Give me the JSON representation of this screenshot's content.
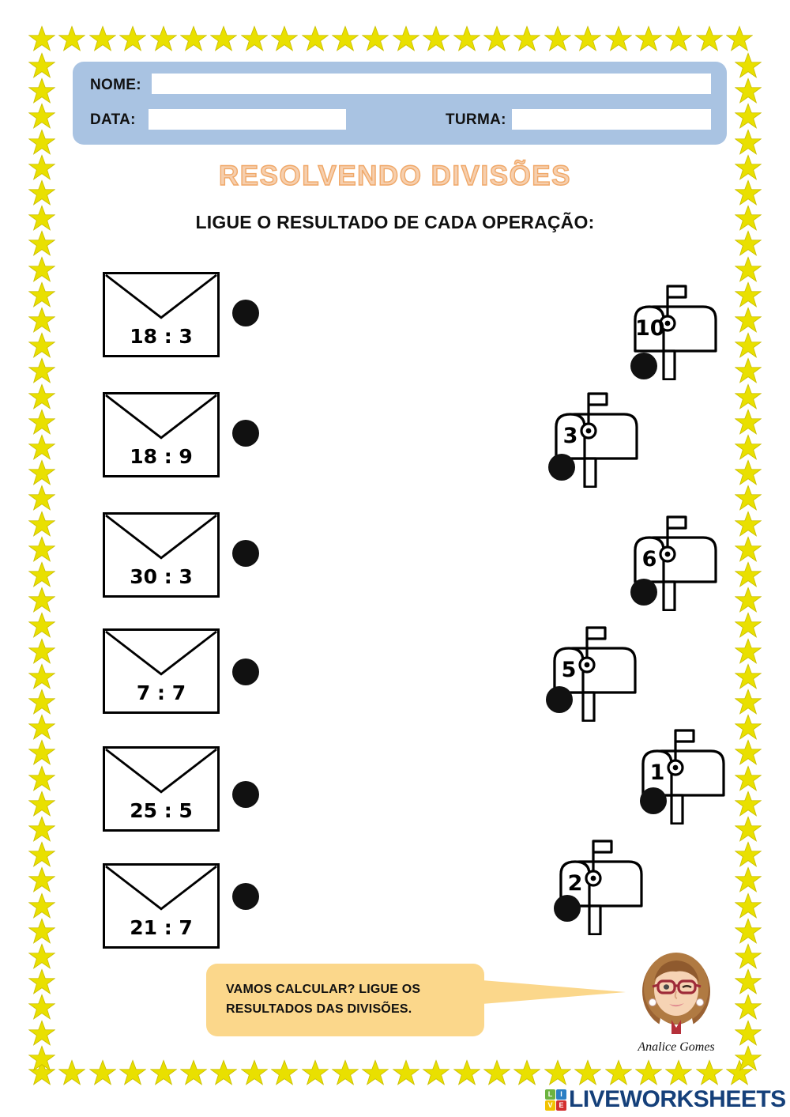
{
  "header": {
    "name_label": "NOME:",
    "name_value": "",
    "date_label": "DATA:",
    "date_value": "",
    "class_label": "TURMA:",
    "class_value": ""
  },
  "title": "RESOLVENDO DIVISÕES",
  "subtitle": "LIGUE O RESULTADO DE CADA OPERAÇÃO:",
  "envelopes": [
    {
      "expression": "18 : 3"
    },
    {
      "expression": "18 : 9"
    },
    {
      "expression": "30 : 3"
    },
    {
      "expression": "7 : 7"
    },
    {
      "expression": "25 : 5"
    },
    {
      "expression": "21 : 7"
    }
  ],
  "mailboxes": [
    {
      "answer": "10"
    },
    {
      "answer": "3"
    },
    {
      "answer": "6"
    },
    {
      "answer": "5"
    },
    {
      "answer": "1"
    },
    {
      "answer": "2"
    }
  ],
  "bubble": {
    "line1": "VAMOS CALCULAR? LIGUE OS",
    "line2": "RESULTADOS DAS DIVISÕES."
  },
  "author": "Analice Gomes",
  "footer": {
    "logo_text": "LIVEWORKSHEETS",
    "logo_tiles": [
      {
        "letter": "L",
        "color": "#6cb33f"
      },
      {
        "letter": "I",
        "color": "#2b7fc4"
      },
      {
        "letter": "V",
        "color": "#f2c300"
      },
      {
        "letter": "E",
        "color": "#d32f2f"
      }
    ]
  },
  "colors": {
    "header_box": "#a9c3e2",
    "title": "#f0a868",
    "bubble": "#fbd78b",
    "star": "#e9e000",
    "logo": "#15407a"
  }
}
